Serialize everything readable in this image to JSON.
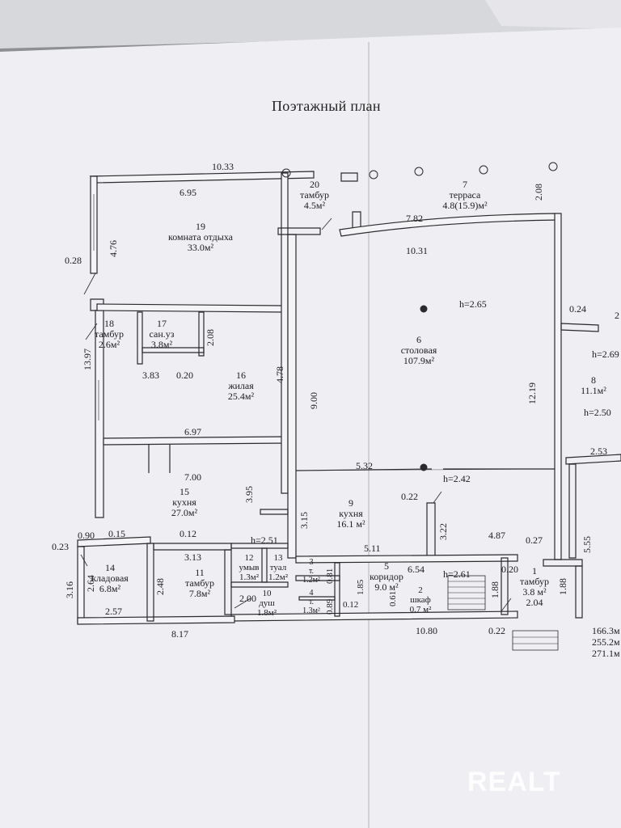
{
  "title": "Поэтажный план",
  "watermark": "REALT",
  "rooms": [
    {
      "num": "1",
      "name": "тамбур",
      "area": "3.8 м²",
      "dim": "2.04"
    },
    {
      "num": "2",
      "name": "шкаф",
      "area": "0.7 м²"
    },
    {
      "num": "3",
      "name": "т.",
      "area": "1.2м²"
    },
    {
      "num": "4",
      "name": "т.",
      "area": "1.3м²"
    },
    {
      "num": "5",
      "name": "коридор",
      "area": "9.0 м²"
    },
    {
      "num": "6",
      "name": "столовая",
      "area": "107.9м²"
    },
    {
      "num": "7",
      "name": "терраса",
      "area": "4.8(15.9)м²"
    },
    {
      "num": "8",
      "name": "",
      "area": "11.1м²"
    },
    {
      "num": "9",
      "name": "кухня",
      "area": "16.1 м²"
    },
    {
      "num": "10",
      "name": "душ",
      "area": "1.8м²"
    },
    {
      "num": "11",
      "name": "тамбур",
      "area": "7.8м²"
    },
    {
      "num": "12",
      "name": "умыв",
      "area": "1.3м²"
    },
    {
      "num": "13",
      "name": "туал",
      "area": "1.2м²"
    },
    {
      "num": "14",
      "name": "кладовая",
      "area": "6.8м²"
    },
    {
      "num": "15",
      "name": "кухня",
      "area": "27.0м²"
    },
    {
      "num": "16",
      "name": "жилая",
      "area": "25.4м²"
    },
    {
      "num": "17",
      "name": "сан.уз",
      "area": "3.8м²"
    },
    {
      "num": "18",
      "name": "тамбур",
      "area": "2.6м²"
    },
    {
      "num": "19",
      "name": "комната отдыха",
      "area": "33.0м²"
    },
    {
      "num": "20",
      "name": "тамбур",
      "area": "4.5м²"
    }
  ],
  "dims": {
    "d10_33": "10.33",
    "d6_95": "6.95",
    "d4_76": "4.76",
    "d0_28": "0.28",
    "d13_97": "13.97",
    "d3_83": "3.83",
    "d0_20": "0.20",
    "d2_08a": "2.08",
    "d4_78": "4.78",
    "d9_00": "9.00",
    "d6_97": "6.97",
    "d7_00": "7.00",
    "d3_95": "3.95",
    "d0_90": "0.90",
    "d0_15": "0.15",
    "d0_12": "0.12",
    "d0_23": "0.23",
    "d3_16": "3.16",
    "d2_64": "2.64",
    "d2_57": "2.57",
    "d2_48": "2.48",
    "d3_13": "3.13",
    "d8_17": "8.17",
    "d2_00": "2.00",
    "d2_51": "2.51",
    "d3_15": "3.15",
    "d5_32": "5.32",
    "d0_22a": "0.22",
    "d3_22": "3.22",
    "d4_87": "4.87",
    "d5_11": "5.11",
    "d6_54": "6.54",
    "d1_85": "1.85",
    "d0_61": "0.61",
    "d0_81": "0.81",
    "d0_89": "0.89",
    "d0_12b": "0.12",
    "d10_80": "10.80",
    "d0_22b": "0.22",
    "d1_88a": "1.88",
    "d1_88b": "1.88",
    "d0_27": "0.27",
    "d0_20b": "0.20",
    "d5_55": "5.55",
    "d12_19": "12.19",
    "d2_08b": "2.08",
    "d7_82": "7.82",
    "d10_31": "10.31",
    "d0_24": "0.24",
    "d2_53": "2.53",
    "d2_cut": "2"
  },
  "heights": {
    "h265": "h=2.65",
    "h242": "h=2.42",
    "h261": "h=2.61",
    "h251": "h=2.51",
    "h269": "h=2.69",
    "h250": "h=2.50"
  },
  "totals": [
    "166.3м",
    "255.2м",
    "271.1м"
  ],
  "colors": {
    "paper": "#eeeef3",
    "ink": "#2a2a2e",
    "background": "#8d8f93"
  }
}
